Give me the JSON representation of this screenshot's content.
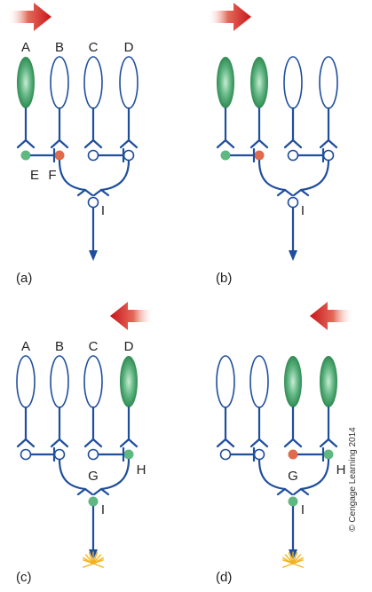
{
  "colors": {
    "axon": "#1f4e9c",
    "receptor_active": "#3a9a5e",
    "node_active_green": "#5fb882",
    "node_active_red": "#e06a4c",
    "arrow": "#d42020",
    "burst": "#f2b320"
  },
  "receptor_labels": [
    "A",
    "B",
    "C",
    "D"
  ],
  "copyright": "© Cengage Learning 2014",
  "panels": [
    {
      "id": "a",
      "caption": "(a)",
      "arrow_direction": "right",
      "show_receptor_labels": true,
      "active_receptors": [
        true,
        false,
        false,
        false
      ],
      "bipolar_fill": [
        "green",
        "red",
        "none",
        "none"
      ],
      "inhibit_from": [
        0,
        2
      ],
      "bipolar_labels": [
        {
          "text": "E",
          "at": 0
        },
        {
          "text": "F",
          "at": 1
        }
      ],
      "ganglion_fill": "none",
      "ganglion_label": "I",
      "burst": false
    },
    {
      "id": "b",
      "caption": "(b)",
      "arrow_direction": "right",
      "show_receptor_labels": false,
      "active_receptors": [
        true,
        true,
        false,
        false
      ],
      "bipolar_fill": [
        "green",
        "red",
        "none",
        "none"
      ],
      "inhibit_from": [
        0,
        2
      ],
      "bipolar_labels": [],
      "ganglion_fill": "none",
      "ganglion_label": "I",
      "burst": false
    },
    {
      "id": "c",
      "caption": "(c)",
      "arrow_direction": "left",
      "show_receptor_labels": true,
      "active_receptors": [
        false,
        false,
        false,
        true
      ],
      "bipolar_fill": [
        "none",
        "none",
        "none",
        "green"
      ],
      "inhibit_from": [
        0,
        2
      ],
      "bipolar_labels": [
        {
          "text": "G",
          "at": 2
        },
        {
          "text": "H",
          "at": 3
        }
      ],
      "ganglion_fill": "green",
      "ganglion_label": "I",
      "burst": true
    },
    {
      "id": "d",
      "caption": "(d)",
      "arrow_direction": "left",
      "show_receptor_labels": false,
      "active_receptors": [
        false,
        false,
        true,
        true
      ],
      "bipolar_fill": [
        "none",
        "none",
        "red",
        "green"
      ],
      "inhibit_from": [
        0,
        2
      ],
      "bipolar_labels": [
        {
          "text": "G",
          "at": 2
        },
        {
          "text": "H",
          "at": 3
        }
      ],
      "ganglion_fill": "green",
      "ganglion_label": "I",
      "burst": true
    }
  ]
}
